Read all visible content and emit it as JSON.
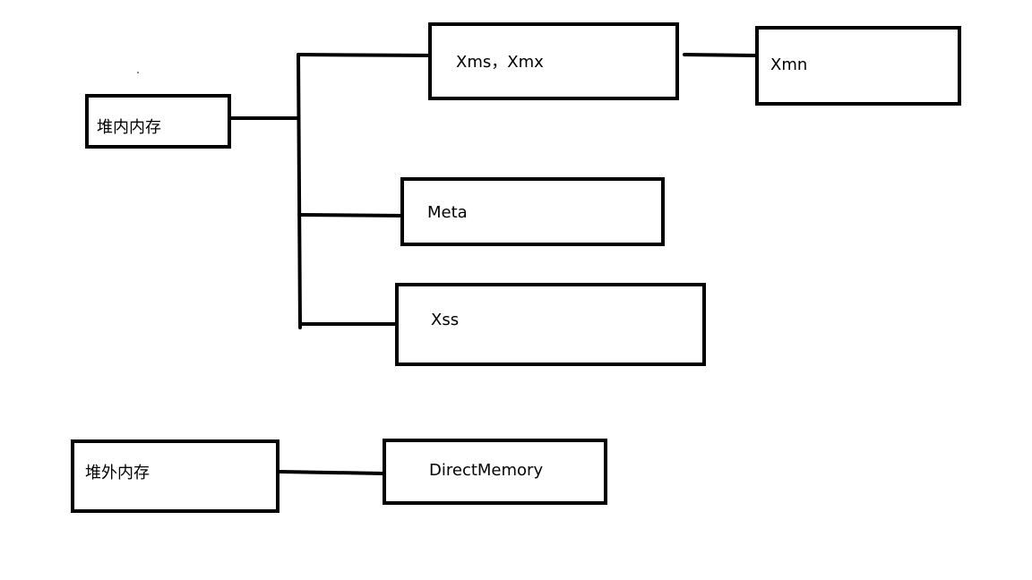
{
  "nodes": {
    "heap": {
      "label": "堆内内存"
    },
    "xms_xmx": {
      "label": "Xms，Xmx"
    },
    "xmn": {
      "label": "Xmn"
    },
    "meta": {
      "label": "Meta"
    },
    "xss": {
      "label": "Xss"
    },
    "offheap": {
      "label": "堆外内存"
    },
    "direct": {
      "label": "DirectMemory"
    }
  },
  "style": {
    "stroke_color": "#000000",
    "background": "#ffffff"
  }
}
